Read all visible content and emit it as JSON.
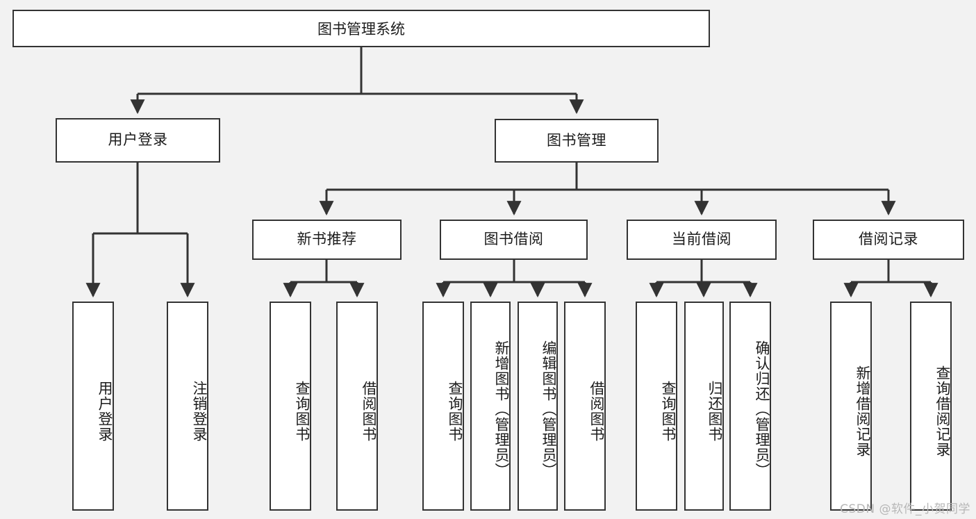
{
  "diagram": {
    "title": "图书管理系统",
    "type": "tree",
    "background_color": "#f2f2f2",
    "node_fill": "#ffffff",
    "node_border_color": "#333333",
    "text_color": "#1b1b1b"
  },
  "root": {
    "label": "图书管理系统"
  },
  "level1": [
    {
      "label": "用户登录"
    },
    {
      "label": "图书管理"
    }
  ],
  "level2": [
    {
      "label": "新书推荐"
    },
    {
      "label": "图书借阅"
    },
    {
      "label": "当前借阅"
    },
    {
      "label": "借阅记录"
    }
  ],
  "leaves": {
    "user_login": [
      {
        "label": "用户登录"
      },
      {
        "label": "注销登录"
      }
    ],
    "new_book_recommend": [
      {
        "label": "查询图书"
      },
      {
        "label": "借阅图书"
      }
    ],
    "book_borrow": [
      {
        "label": "查询图书"
      },
      {
        "label": "新增图书（管理员）"
      },
      {
        "label": "编辑图书（管理员）"
      },
      {
        "label": "借阅图书"
      }
    ],
    "current_borrow": [
      {
        "label": "查询图书"
      },
      {
        "label": "归还图书"
      },
      {
        "label": "确认归还（管理员）"
      }
    ],
    "borrow_record": [
      {
        "label": "新增借阅记录"
      },
      {
        "label": "查询借阅记录"
      }
    ]
  },
  "watermark": {
    "text": "CSDN @软件_小贺同学"
  }
}
